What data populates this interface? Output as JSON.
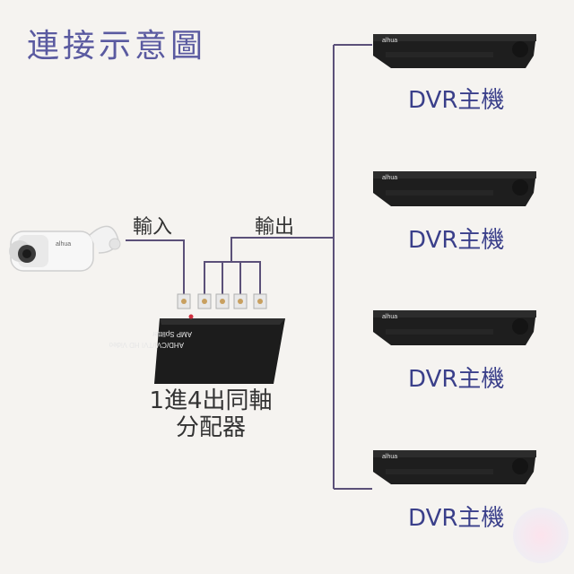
{
  "title": "連接示意圖",
  "input_label": "輸入",
  "output_label": "輸出",
  "splitter": {
    "line1": "1進4出同軸",
    "line2": "分配器",
    "print_main": "AHD/CVI/TVI HD Video",
    "print_sub": "AMP Splitter"
  },
  "camera_brand": "alhua",
  "dvrs": [
    {
      "label": "DVR主機",
      "brand": "alhua"
    },
    {
      "label": "DVR主機",
      "brand": "alhua"
    },
    {
      "label": "DVR主機",
      "brand": "alhua"
    },
    {
      "label": "DVR主機",
      "brand": "alhua"
    }
  ],
  "colors": {
    "title": "#5a5aa0",
    "line": "#5b5079",
    "dvr_label": "#3a3f8a"
  }
}
